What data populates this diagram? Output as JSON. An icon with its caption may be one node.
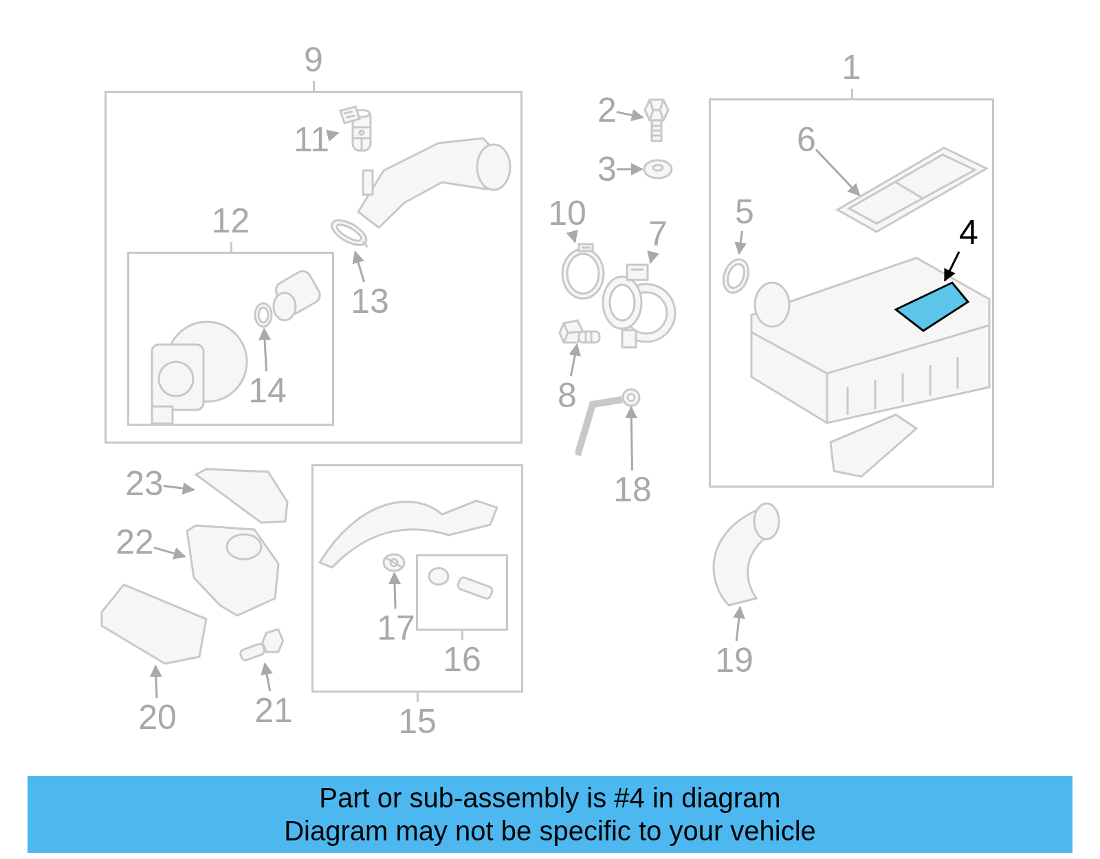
{
  "diagram": {
    "nodes": [
      {
        "text": [
          "9"
        ]
      },
      {
        "text": [
          "11"
        ],
        "in": 0
      },
      {
        "text": [
          "13"
        ],
        "in": 0
      },
      {
        "text": [
          "12"
        ],
        "in": 0
      },
      {
        "text": [
          "14"
        ],
        "in": 3
      },
      {
        "text": [
          "2"
        ]
      },
      {
        "text": [
          "3"
        ]
      },
      {
        "text": [
          "10"
        ]
      },
      {
        "text": [
          "7"
        ]
      },
      {
        "text": [
          "8"
        ]
      },
      {
        "text": [
          "18"
        ]
      },
      {
        "text": [
          "1"
        ]
      },
      {
        "text": [
          "6"
        ],
        "in": 11
      },
      {
        "text": [
          "5"
        ],
        "in": 11
      },
      {
        "text": [
          "4"
        ],
        "in": 11
      },
      {
        "text": [
          "23"
        ]
      },
      {
        "text": [
          "22"
        ]
      },
      {
        "text": [
          "20"
        ]
      },
      {
        "text": [
          "21"
        ]
      },
      {
        "text": [
          "15"
        ]
      },
      {
        "text": [
          "17"
        ],
        "in": 19
      },
      {
        "text": [
          "16"
        ],
        "in": 19
      },
      {
        "text": [
          "19"
        ]
      },
      {
        "text": [],
        "shape": "picture",
        "in": 0
      },
      {
        "text": [],
        "shape": "picture",
        "in": 0
      },
      {
        "text": [],
        "shape": "picture",
        "in": 3
      },
      {
        "text": [],
        "shape": "picture"
      },
      {
        "text": [],
        "shape": "picture"
      },
      {
        "text": [],
        "shape": "picture"
      },
      {
        "text": [],
        "shape": "picture"
      },
      {
        "text": [],
        "shape": "picture"
      },
      {
        "text": [],
        "shape": "picture"
      },
      {
        "text": [],
        "shape": "picture",
        "in": 11
      },
      {
        "text": [],
        "shape": "picture",
        "in": 11
      },
      {
        "text": [],
        "shape": "picture",
        "in": 11
      },
      {
        "text": [],
        "shape": "picture"
      },
      {
        "text": [],
        "shape": "picture"
      },
      {
        "text": [],
        "shape": "picture"
      },
      {
        "text": [],
        "shape": "picture"
      },
      {
        "text": [],
        "shape": "picture",
        "in": 19
      },
      {
        "text": [],
        "shape": "picture"
      }
    ],
    "edges": [
      {
        "from": 1,
        "to": 23,
        "arrow": "to"
      },
      {
        "from": 2,
        "to": 24,
        "arrow": "to"
      },
      {
        "from": 4,
        "to": 25,
        "arrow": "to"
      },
      {
        "from": 5,
        "to": 26,
        "arrow": "to"
      },
      {
        "from": 6,
        "to": 27,
        "arrow": "to"
      },
      {
        "from": 7,
        "to": 28,
        "arrow": "to"
      },
      {
        "from": 8,
        "to": 29,
        "arrow": "to"
      },
      {
        "from": 9,
        "to": 30,
        "arrow": "to"
      },
      {
        "from": 10,
        "to": 31,
        "arrow": "to"
      },
      {
        "from": 12,
        "to": 32,
        "arrow": "to"
      },
      {
        "from": 13,
        "to": 33,
        "arrow": "to"
      },
      {
        "from": 14,
        "to": 34,
        "arrow": "to",
        "color": "#000000"
      },
      {
        "from": 15,
        "to": 35,
        "arrow": "to"
      },
      {
        "from": 16,
        "to": 36,
        "arrow": "to"
      },
      {
        "from": 17,
        "to": 37,
        "arrow": "to"
      },
      {
        "from": 18,
        "to": 38,
        "arrow": "to"
      },
      {
        "from": 20,
        "to": 39,
        "arrow": "to"
      },
      {
        "from": 22,
        "to": 40,
        "arrow": "to"
      }
    ],
    "labels": [
      "Part or sub-assembly is #4 in diagram",
      "Diagram may not be specific to your vehicle"
    ]
  }
}
